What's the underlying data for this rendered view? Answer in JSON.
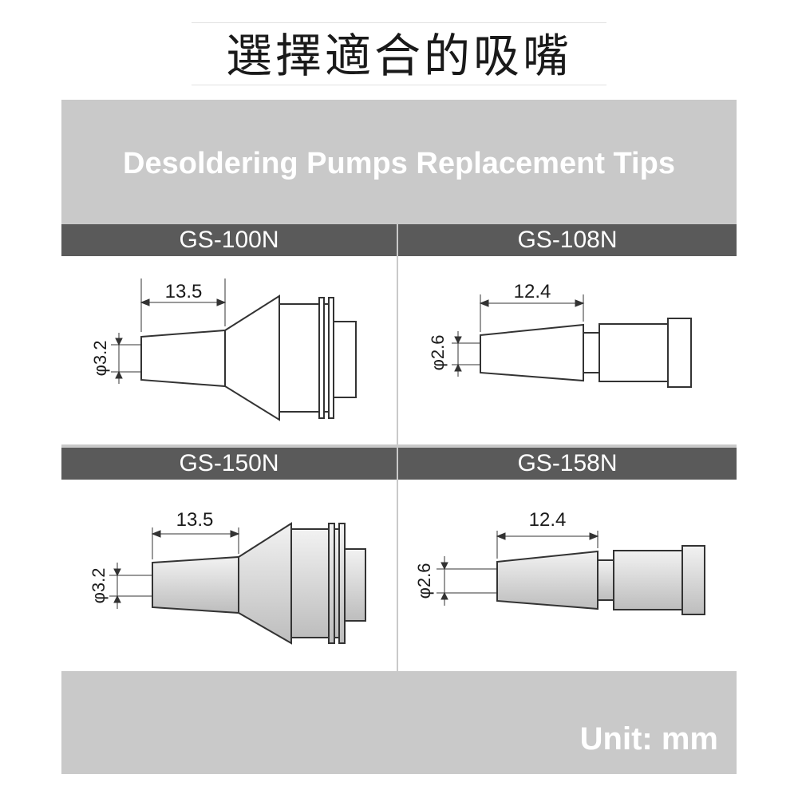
{
  "page_title": "選擇適合的吸嘴",
  "banner": "Desoldering Pumps Replacement Tips",
  "unit_label": "Unit: mm",
  "colors": {
    "header_bar": "#5a5a5a",
    "board": "#c9c9c9",
    "tip_fill_top": "#ffffff",
    "tip_fill_bottom": "#c8c8c8",
    "outline": "#333333"
  },
  "tips": [
    {
      "model": "GS-100N",
      "length_label": "13.5",
      "diameter_label": "φ3.2"
    },
    {
      "model": "GS-108N",
      "length_label": "12.4",
      "diameter_label": "φ2.6"
    },
    {
      "model": "GS-150N",
      "length_label": "13.5",
      "diameter_label": "φ3.2"
    },
    {
      "model": "GS-158N",
      "length_label": "12.4",
      "diameter_label": "φ2.6"
    }
  ]
}
